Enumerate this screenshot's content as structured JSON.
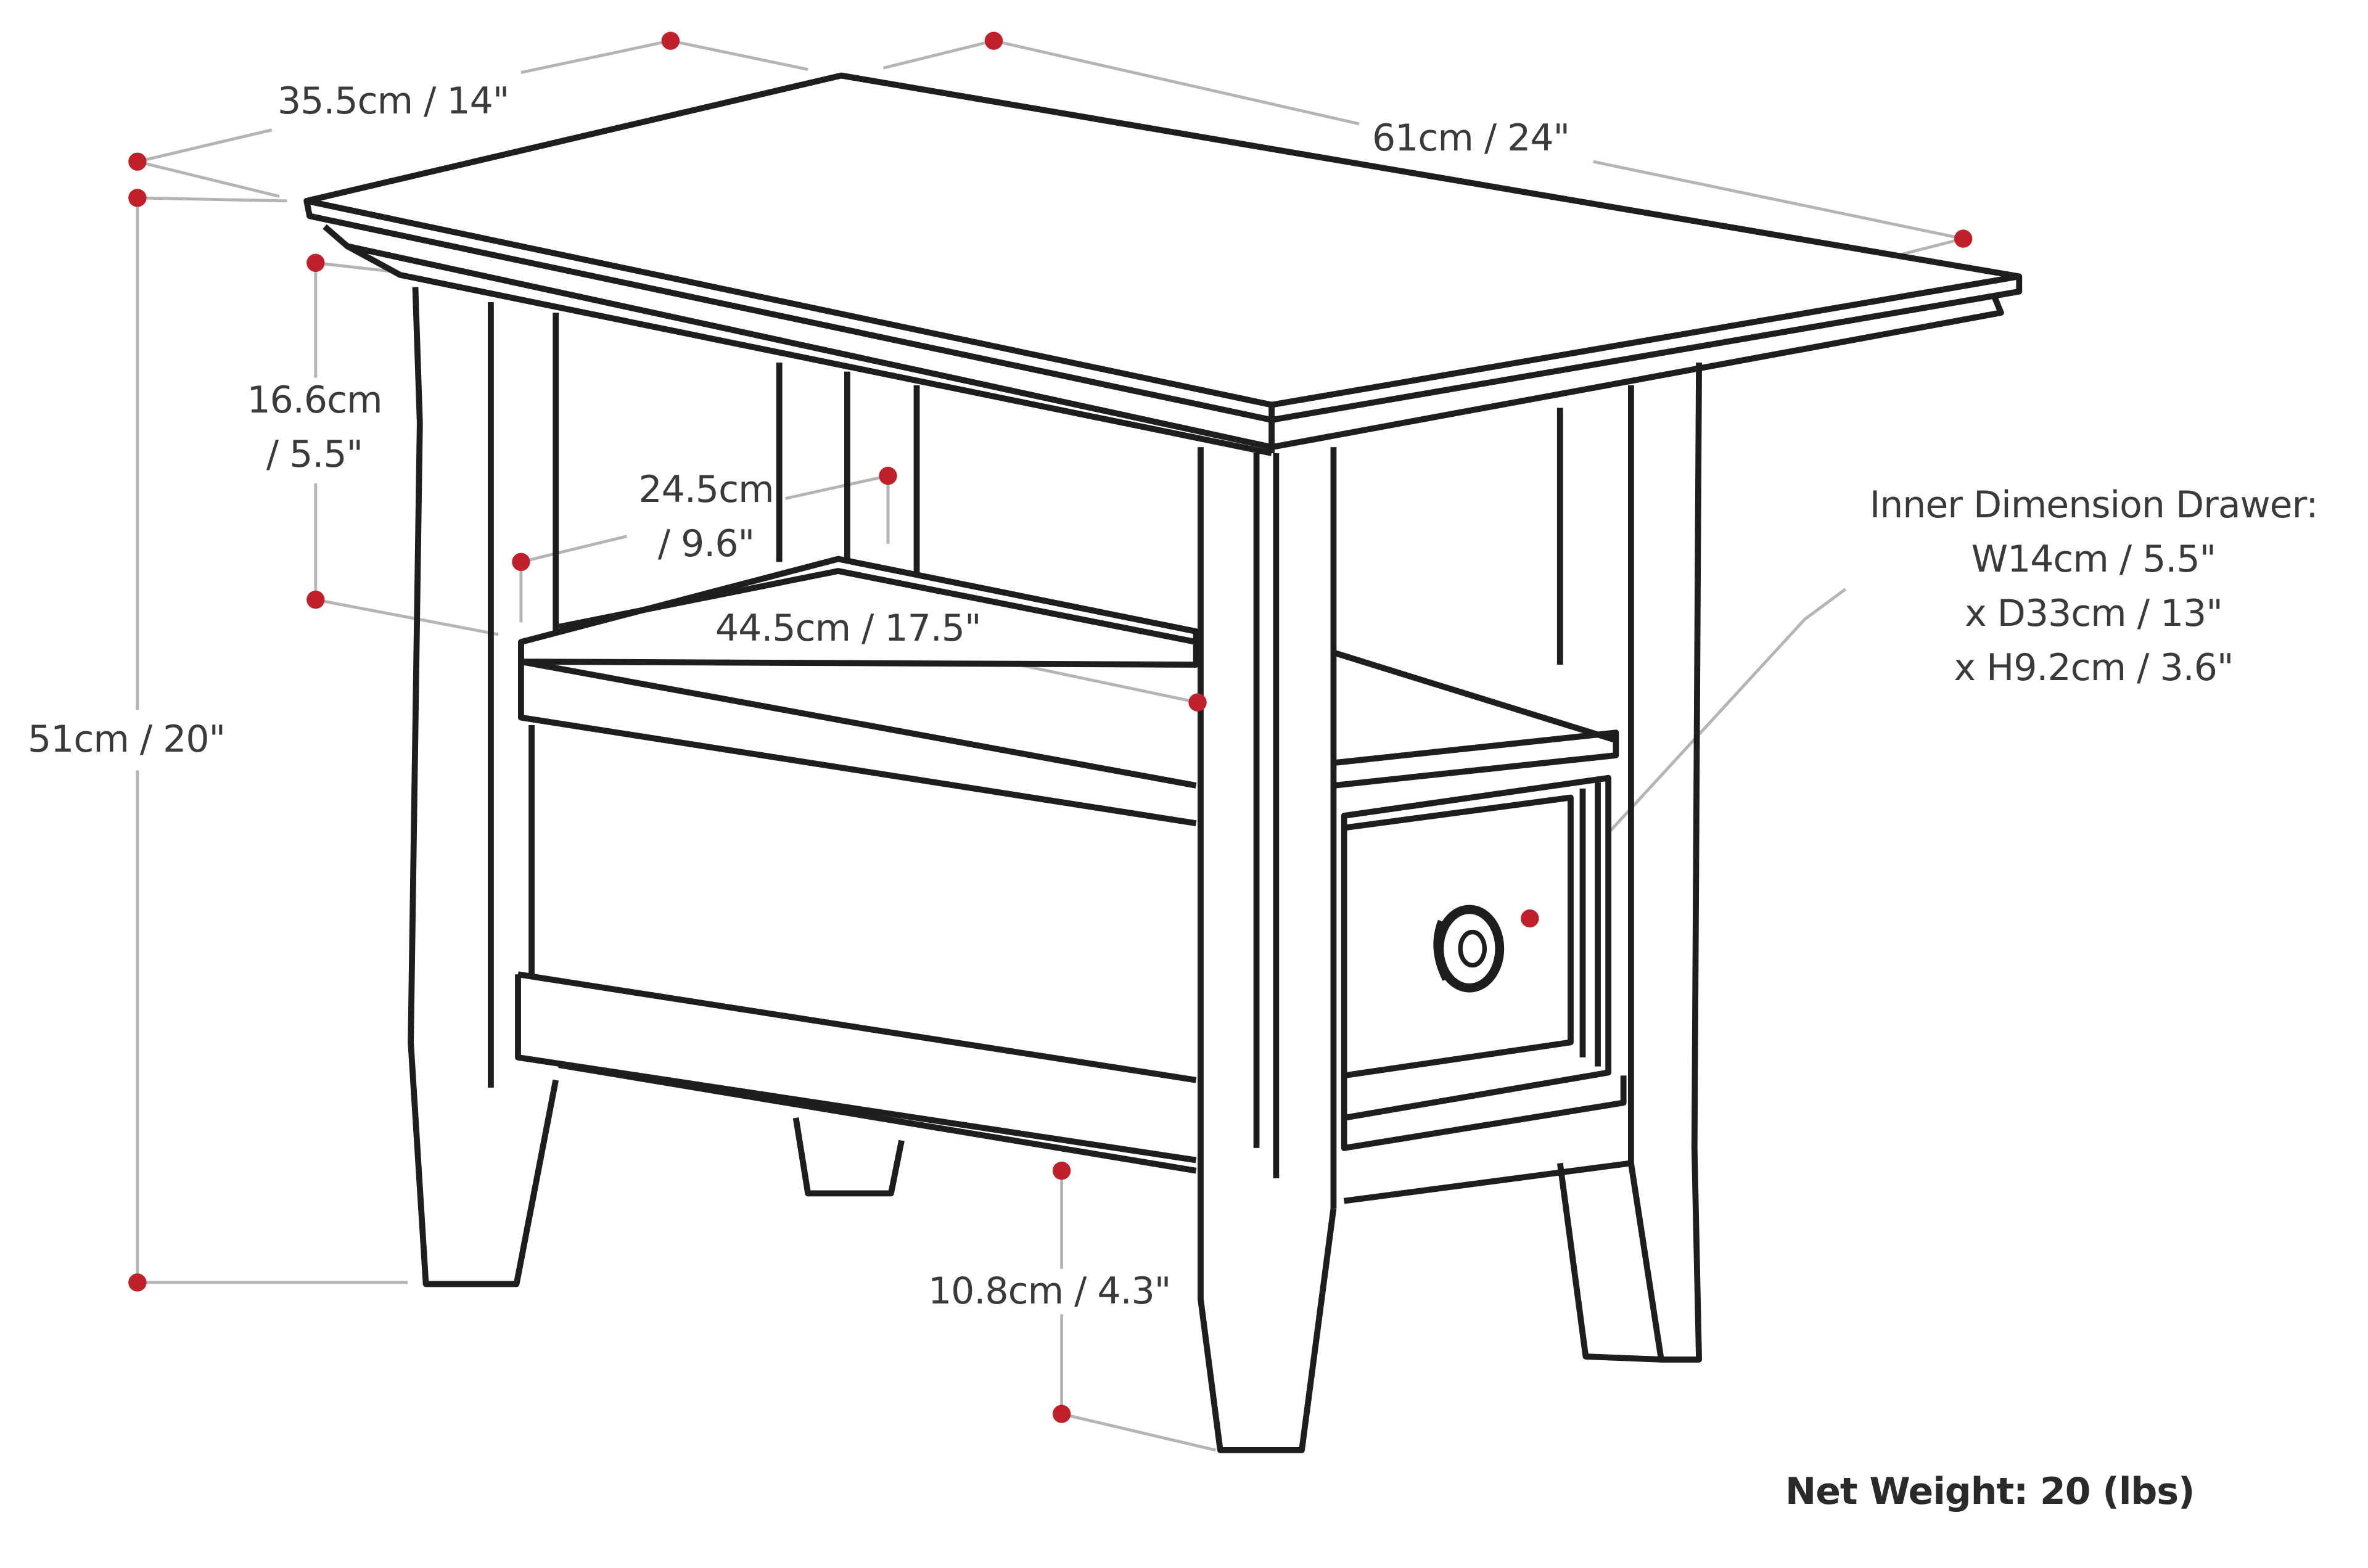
{
  "diagram": {
    "subject": "Side table with open shelf and drawer",
    "colors": {
      "outline": "#1e1e1e",
      "dimension_marker": "#c0202a",
      "leader_line": "#b4b4b4",
      "text": "#3a3a3a",
      "background": "#ffffff"
    },
    "dimensions": {
      "depth": "35.5cm / 14\"",
      "width": "61cm / 24\"",
      "total_height": "51cm / 20\"",
      "top_to_shelf_height_line1": "16.6cm",
      "top_to_shelf_height_line2": "/ 5.5\"",
      "shelf_depth_line1": "24.5cm",
      "shelf_depth_line2": "/ 9.6\"",
      "shelf_width": "44.5cm / 17.5\"",
      "leg_clearance": "10.8cm / 4.3\""
    },
    "drawer_inner": {
      "title": "Inner Dimension Drawer:",
      "lines": [
        "W14cm / 5.5\"",
        "x D33cm / 13\"",
        "x H9.2cm / 3.6\""
      ]
    },
    "net_weight": "Net Weight:  20 (lbs)"
  }
}
